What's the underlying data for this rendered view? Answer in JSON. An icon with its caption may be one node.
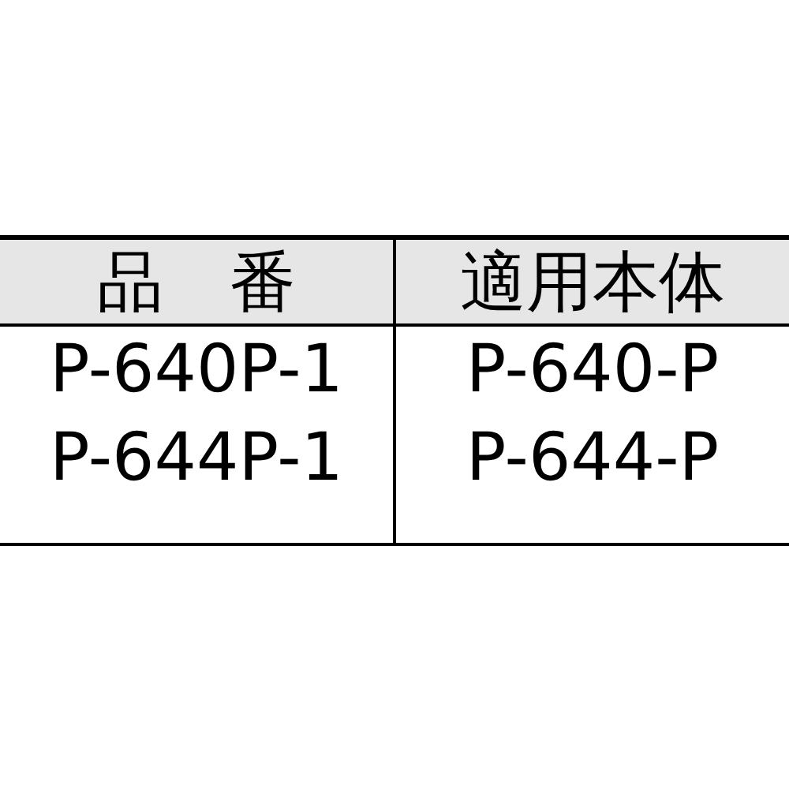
{
  "diagram": {
    "labels": [
      "品　番",
      "適用本体",
      "P-640P-1",
      "P-640-P",
      "P-644P-1",
      "P-644-P"
    ]
  }
}
